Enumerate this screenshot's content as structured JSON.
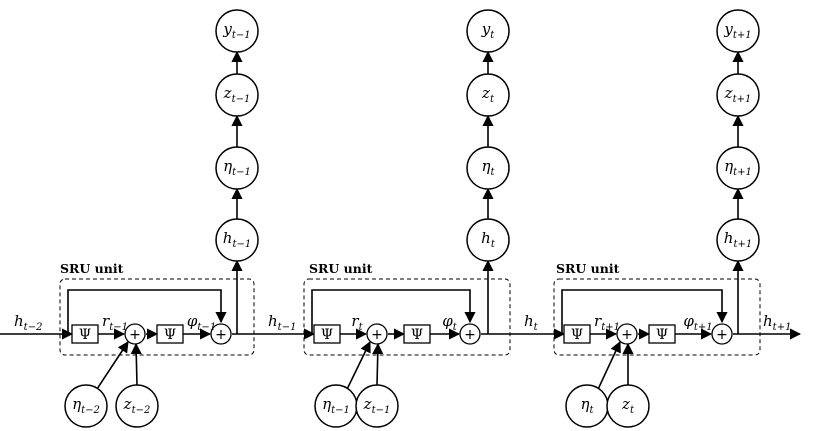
{
  "unit_label": "SRU unit",
  "psi_symbol": "Ψ",
  "plus_symbol": "+",
  "steps": [
    {
      "out": [
        {
          "base": "y",
          "sub": "t−1"
        },
        {
          "base": "z",
          "sub": "t−1"
        },
        {
          "base": "η",
          "sub": "t−1"
        },
        {
          "base": "h",
          "sub": "t−1"
        }
      ],
      "in_left": {
        "base": "h",
        "sub": "t−2"
      },
      "r": {
        "base": "r",
        "sub": "t−1"
      },
      "phi": {
        "base": "φ",
        "sub": "t−1"
      },
      "bottom": [
        {
          "base": "η",
          "sub": "t−2"
        },
        {
          "base": "z",
          "sub": "t−2"
        }
      ]
    },
    {
      "out": [
        {
          "base": "y",
          "sub": "t"
        },
        {
          "base": "z",
          "sub": "t"
        },
        {
          "base": "η",
          "sub": "t"
        },
        {
          "base": "h",
          "sub": "t"
        }
      ],
      "in_left": {
        "base": "h",
        "sub": "t−1"
      },
      "r": {
        "base": "r",
        "sub": "t"
      },
      "phi": {
        "base": "φ",
        "sub": "t"
      },
      "bottom": [
        {
          "base": "η",
          "sub": "t−1"
        },
        {
          "base": "z",
          "sub": "t−1"
        }
      ]
    },
    {
      "out": [
        {
          "base": "y",
          "sub": "t+1"
        },
        {
          "base": "z",
          "sub": "t+1"
        },
        {
          "base": "η",
          "sub": "t+1"
        },
        {
          "base": "h",
          "sub": "t+1"
        }
      ],
      "in_left": {
        "base": "h",
        "sub": "t"
      },
      "r": {
        "base": "r",
        "sub": "t+1"
      },
      "phi": {
        "base": "φ",
        "sub": "t+1"
      },
      "bottom": [
        {
          "base": "η",
          "sub": "t"
        },
        {
          "base": "z",
          "sub": "t"
        }
      ]
    }
  ],
  "out_right": {
    "base": "h",
    "sub": "t+1"
  }
}
